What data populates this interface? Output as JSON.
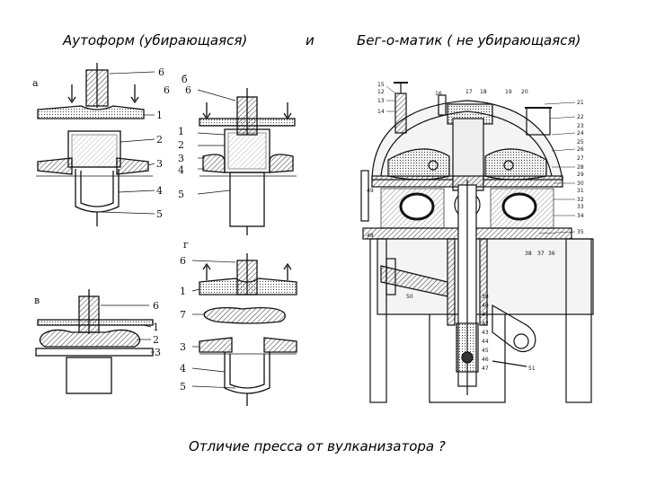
{
  "header": {
    "left_title": "Аутоформ   (убирающаяся)",
    "connector": "и",
    "right_title": "Бег-о-матик ( не убирающаяся)"
  },
  "footer": {
    "question": "Отличие пресса от  вулканизатора ?"
  },
  "figures": {
    "panel_a": {
      "letter": "а",
      "labels": [
        "6",
        "1",
        "2",
        "3",
        "4",
        "5"
      ]
    },
    "panel_b": {
      "letter": "б",
      "labels": [
        "6",
        "6",
        "1",
        "2",
        "3",
        "4",
        "5"
      ]
    },
    "panel_v": {
      "letter": "в",
      "labels": [
        "6",
        "1",
        "2",
        "3"
      ]
    },
    "panel_g": {
      "letter": "г",
      "labels": [
        "6",
        "1",
        "7",
        "3",
        "4",
        "5"
      ]
    },
    "bom_callouts": [
      "15",
      "12",
      "13",
      "14",
      "16",
      "17",
      "18",
      "19",
      "20",
      "21",
      "22",
      "23",
      "24",
      "25",
      "26",
      "27",
      "28",
      "29",
      "30",
      "31",
      "32",
      "33",
      "34",
      "35",
      "36",
      "37",
      "38",
      "39",
      "40",
      "41",
      "42",
      "43",
      "44",
      "45",
      "46",
      "47",
      "48",
      "49",
      "50",
      "51"
    ]
  }
}
